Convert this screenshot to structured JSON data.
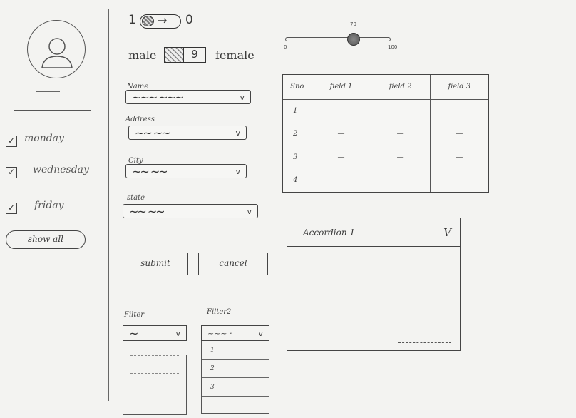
{
  "toggle": {
    "left_value": "1",
    "right_value": "0",
    "arrow": "→"
  },
  "gender": {
    "left_label": "male",
    "right_label": "female",
    "segment_value": "9"
  },
  "slider": {
    "min": "0",
    "max": "100",
    "value": "70"
  },
  "sidebar": {
    "days": [
      {
        "label": "monday",
        "checked": true
      },
      {
        "label": "wednesday",
        "checked": true
      },
      {
        "label": "friday",
        "checked": true
      }
    ],
    "show_all": "show all"
  },
  "form": {
    "fields": [
      {
        "label": "Name",
        "value": "~~~  ~~~"
      },
      {
        "label": "Address",
        "value": "~~  ~~"
      },
      {
        "label": "City",
        "value": "~~   ~~"
      },
      {
        "label": "state",
        "value": "~~ ~~"
      }
    ],
    "submit": "submit",
    "cancel": "cancel",
    "caret": "v"
  },
  "filters": {
    "filter1": {
      "label": "Filter",
      "value": "~"
    },
    "filter2": {
      "label": "Filter2",
      "value": "~~~ ·",
      "items": [
        "1",
        "2",
        "3"
      ]
    }
  },
  "table": {
    "headers": [
      "Sno",
      "field 1",
      "field 2",
      "field 3"
    ],
    "rows": [
      [
        "1",
        "—",
        "—",
        "—"
      ],
      [
        "2",
        "—",
        "—",
        "—"
      ],
      [
        "3",
        "—",
        "—",
        "—"
      ],
      [
        "4",
        "—",
        "—",
        "—"
      ]
    ]
  },
  "accordion": {
    "title": "Accordion 1",
    "chevron": "V"
  }
}
